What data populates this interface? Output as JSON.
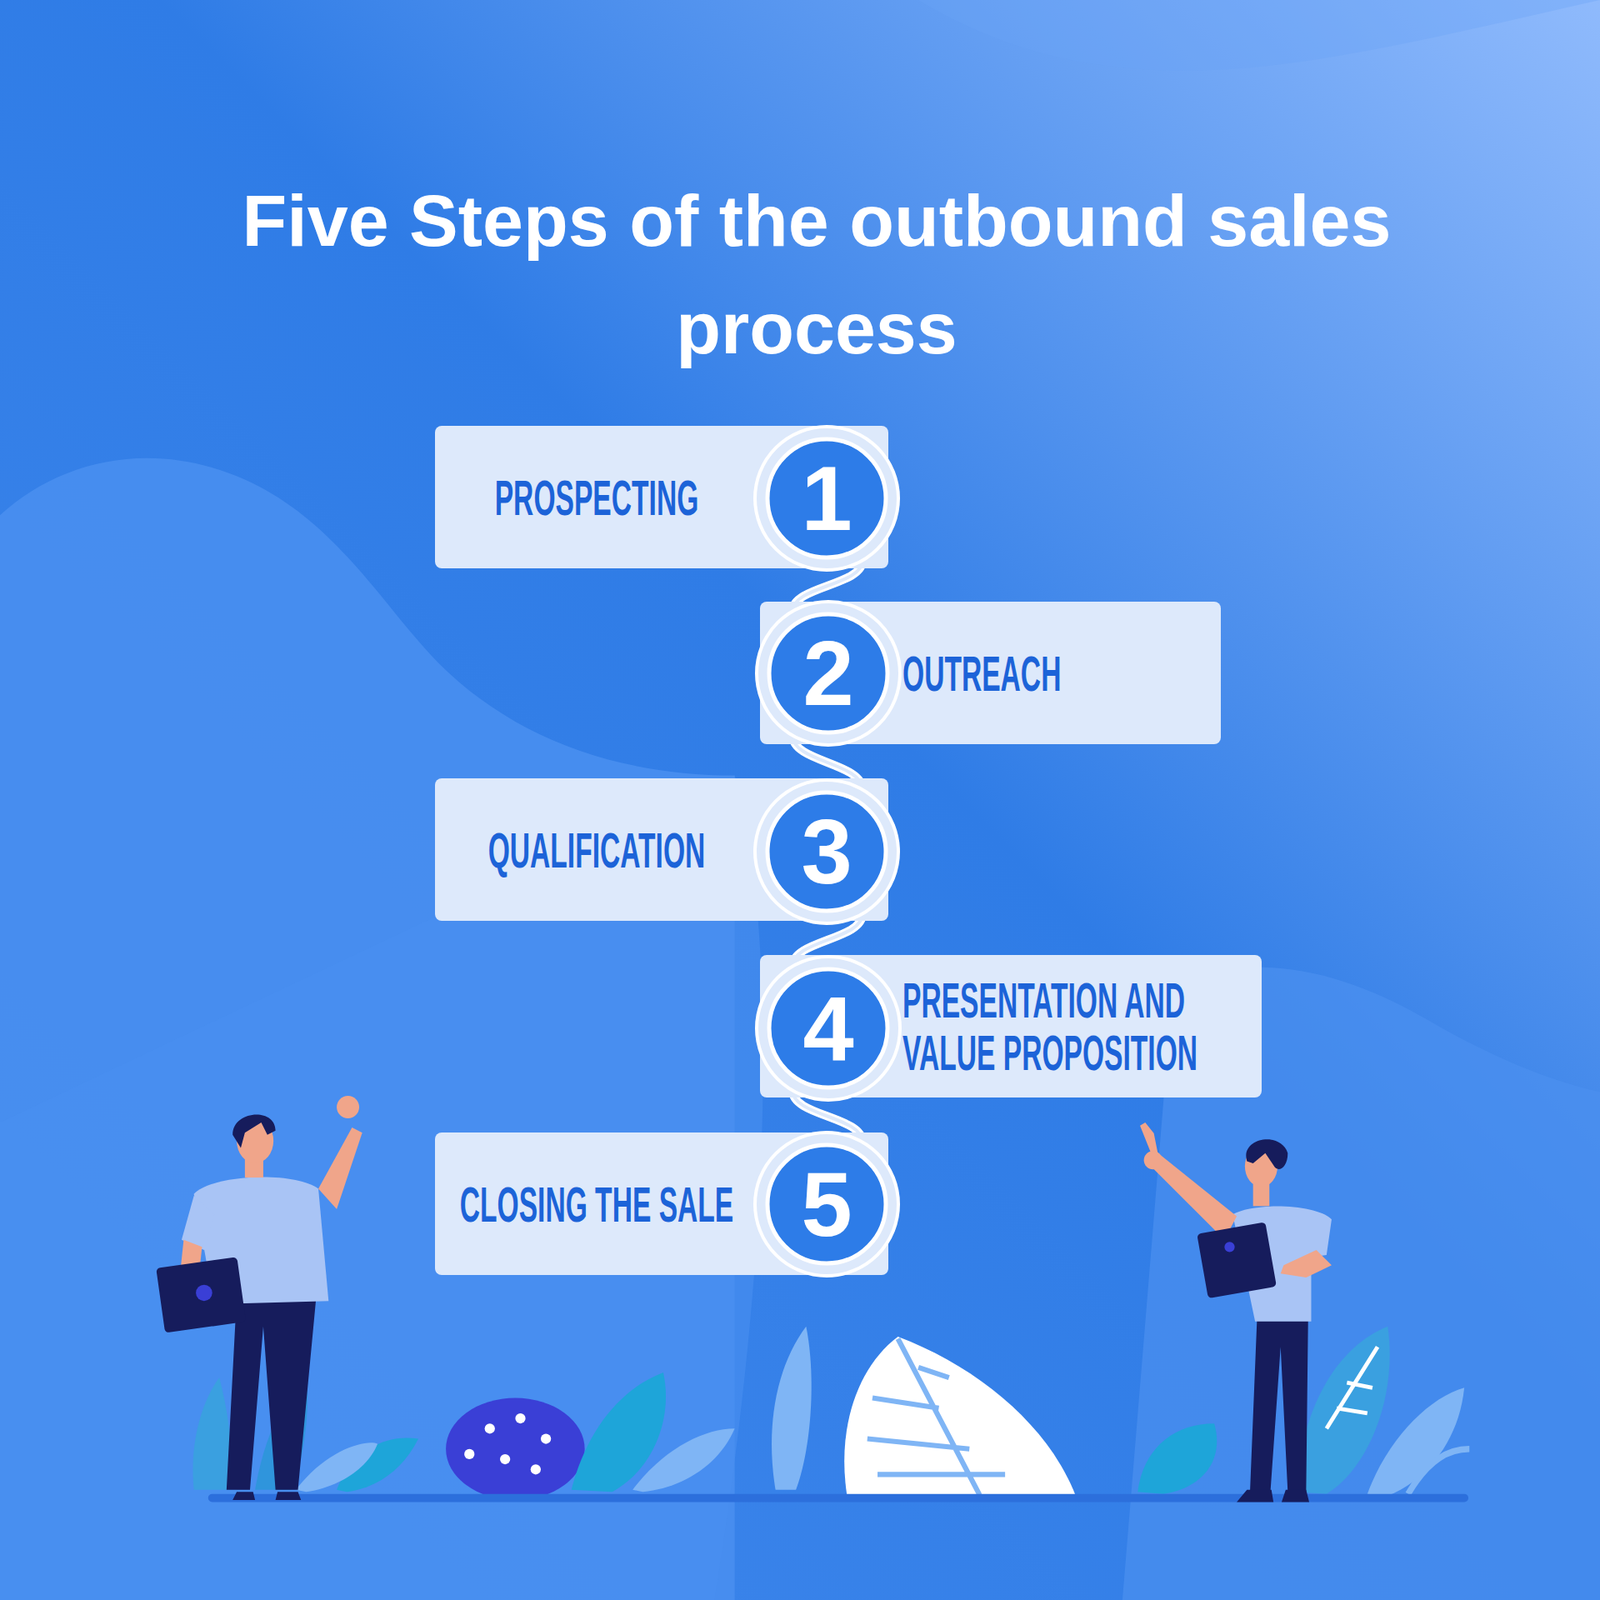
{
  "diagram": {
    "title": "Five Steps of the outbound sales process",
    "nodes": [
      {
        "text": [
          "PROSPECTING"
        ]
      },
      {
        "text": [
          "1"
        ],
        "in": 0
      },
      {
        "text": [
          "OUTREACH"
        ]
      },
      {
        "text": [
          "2"
        ],
        "in": 2
      },
      {
        "text": [
          "QUALIFICATION"
        ]
      },
      {
        "text": [
          "3"
        ],
        "in": 4
      },
      {
        "text": [
          "PRESENTATION AND VALUE PROPOSITION"
        ]
      },
      {
        "text": [
          "4"
        ],
        "in": 6
      },
      {
        "text": [
          "CLOSING THE SALE"
        ]
      },
      {
        "text": [
          "5"
        ],
        "in": 8
      }
    ],
    "edges": [
      {
        "from": 1,
        "to": 3,
        "arrow": "none"
      },
      {
        "from": 3,
        "to": 5,
        "arrow": "none"
      },
      {
        "from": 5,
        "to": 7,
        "arrow": "none"
      },
      {
        "from": 7,
        "to": 9,
        "arrow": "none"
      }
    ]
  }
}
